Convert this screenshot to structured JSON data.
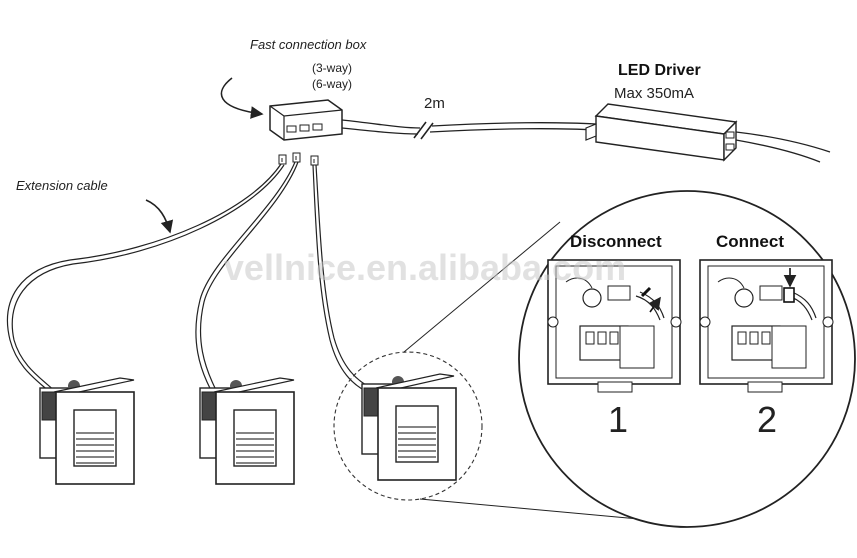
{
  "labels": {
    "fast_connection_box": "Fast connection box",
    "three_way": "(3-way)",
    "six_way": "(6-way)",
    "cable_length": "2m",
    "driver_title": "LED Driver",
    "driver_spec": "Max 350mA",
    "extension_cable": "Extension cable",
    "disconnect": "Disconnect",
    "connect": "Connect",
    "step_1": "1",
    "step_2": "2",
    "watermark": "vellnice.en.alibaba.com"
  }
}
